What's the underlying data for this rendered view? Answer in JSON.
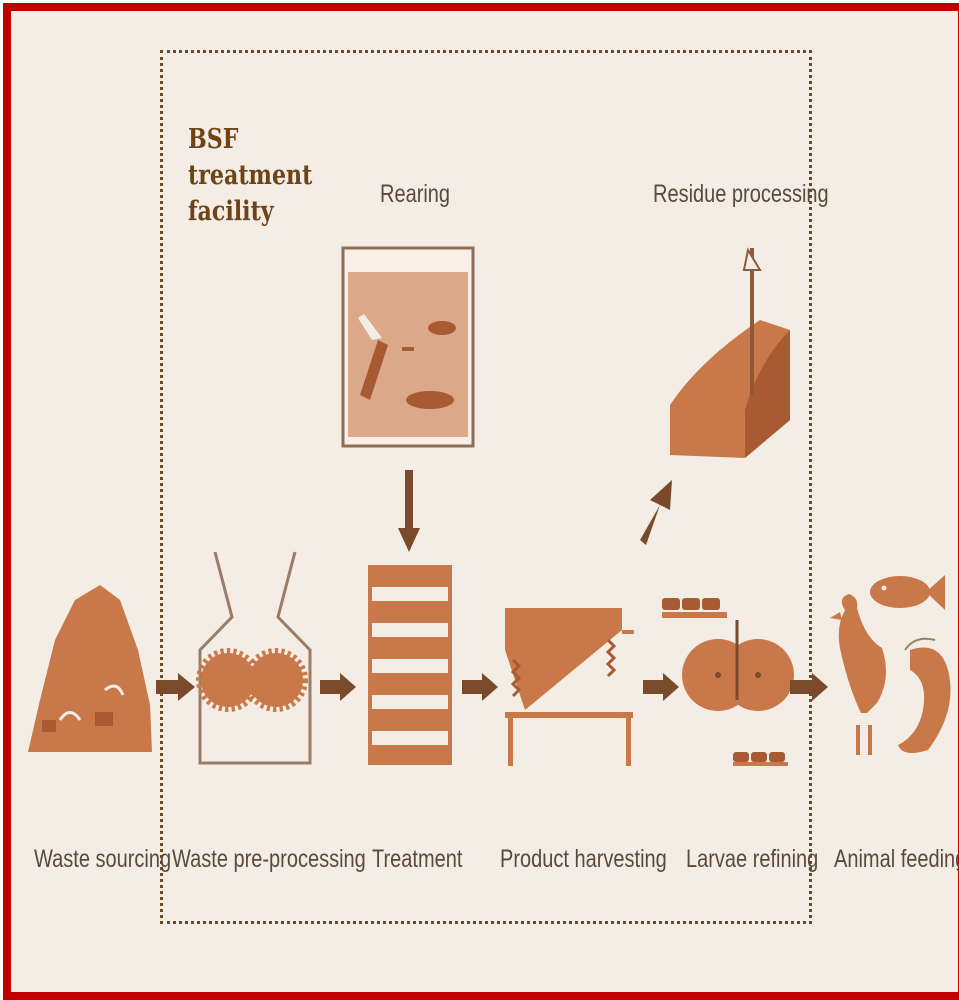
{
  "facility": {
    "title": "BSF treatment\nfacility"
  },
  "labels": {
    "rearing": "Rearing",
    "residue_processing": "Residue processing",
    "waste_sourcing": "Waste sourcing",
    "waste_pre_processing": "Waste pre-processing",
    "treatment": "Treatment",
    "product_harvesting": "Product harvesting",
    "larvae_refining": "Larvae refining",
    "animal_feeding": "Animal feeding"
  },
  "colors": {
    "border": "#c00000",
    "background": "#f3ede5",
    "illustration": "#c9784a",
    "arrow": "#7a4a2a",
    "title": "#6e4416"
  }
}
